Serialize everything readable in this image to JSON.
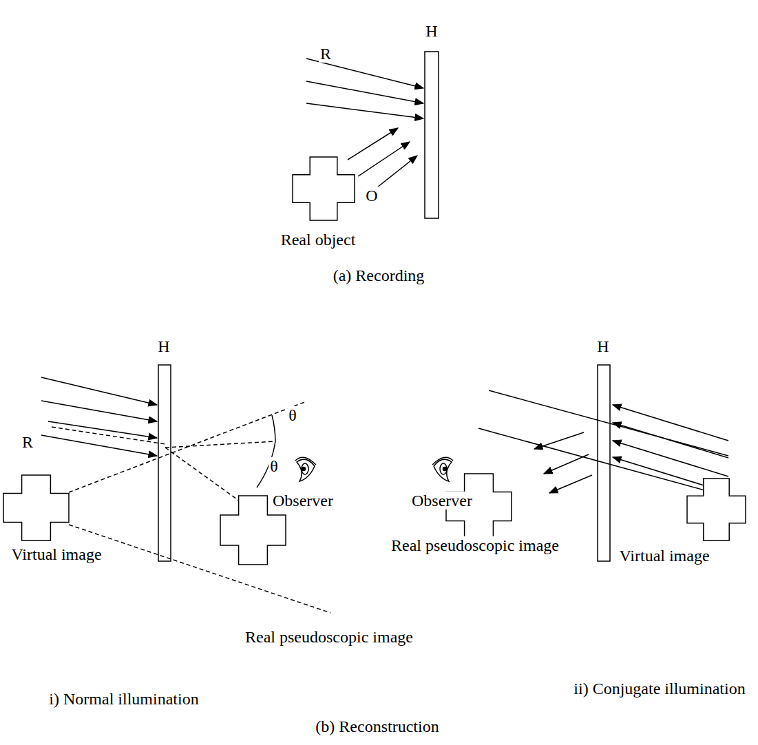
{
  "diagram": {
    "labels": [
      "H",
      "R",
      "O",
      "Real object",
      "(a) Recording",
      "H",
      "R",
      "θ",
      "θ",
      "Observer",
      "Virtual image",
      "Real pseudoscopic image",
      "i) Normal illumination",
      "H",
      "Observer",
      "Real pseudoscopic image",
      "Virtual image",
      "ii) Conjugate illumination",
      "(b) Reconstruction"
    ]
  }
}
